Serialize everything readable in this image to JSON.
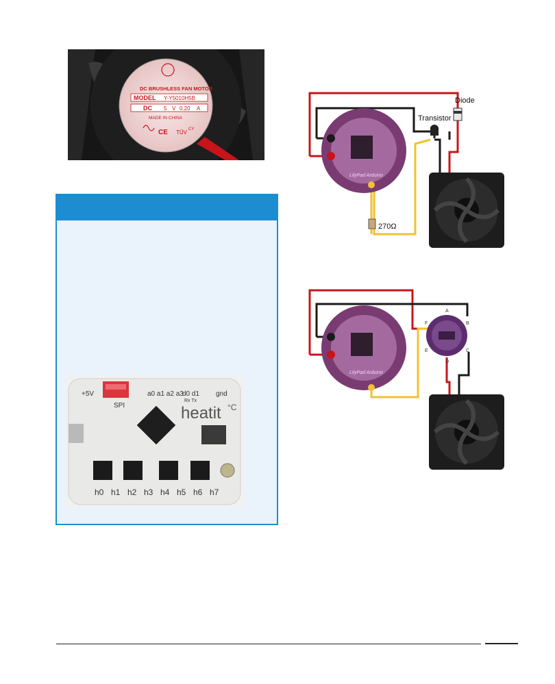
{
  "fan_photo": {
    "label_line1": "DC BRUSHLESS FAN MOTOR",
    "model_label": "MODEL",
    "model_value": "Y-Y5010H5B",
    "dc_label": "DC",
    "volts_value": "5",
    "volts_unit": "V",
    "amps_value": "0.20",
    "amps_unit": "A",
    "made_in": "MADE IN CHINA",
    "cert_ce": "CE",
    "cert_tuv": "TÜV",
    "cert_cy": "CY"
  },
  "board_photo": {
    "brand": "heatit",
    "brand_suffix": "°C",
    "pin_5v": "+5V",
    "pin_spi": "SPI",
    "pins_analog": "a0 a1 a2 a3",
    "pins_digital": "d0 d1",
    "pins_rxtx": "Rx Tx",
    "pin_gnd": "gnd",
    "heater_pins": [
      "h0",
      "h1",
      "h2",
      "h3",
      "h4",
      "h5",
      "h6",
      "h7"
    ]
  },
  "diagram_top": {
    "diode_label": "Diode",
    "transistor_label": "Transistor",
    "resistor_label": "270Ω",
    "board_text": "LilyPad Arduino"
  },
  "diagram_bottom": {
    "board_text": "LilyPad Arduino",
    "module_pins": [
      "A",
      "B",
      "C",
      "D",
      "E",
      "F"
    ]
  },
  "colors": {
    "sidebar_border": "#1c8dd2",
    "sidebar_fill": "#eaf2fb",
    "wire_red": "#c8141b",
    "wire_black": "#1a1a1a",
    "wire_yellow": "#f2c12e",
    "lilypad_purple": "#7a3b72"
  }
}
